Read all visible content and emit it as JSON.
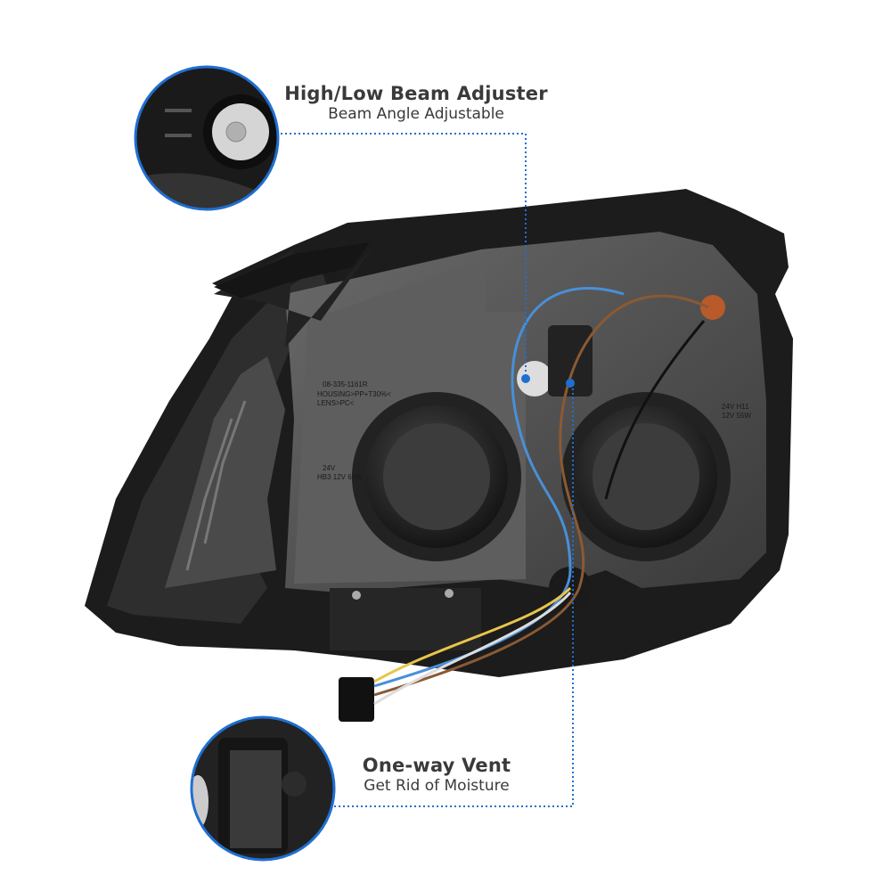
{
  "callouts": [
    {
      "title": "High/Low Beam Adjuster",
      "subtitle": "Beam Angle Adjustable"
    },
    {
      "title": "One-way Vent",
      "subtitle": "Get Rid of Moisture"
    }
  ],
  "embossed_text": {
    "part_number": "08-335-1161R",
    "housing": "HOUSING>PP+T30%<",
    "lens": "LENS>PC<",
    "left_bulb_v": "24V",
    "left_bulb": "HB3 12V 60W",
    "right_bulb_v": "24V H11",
    "right_bulb": "12V 55W"
  },
  "colors": {
    "accent": "#1f6fd1",
    "text": "#3a3a3a",
    "housing": "#2b2b2b"
  }
}
